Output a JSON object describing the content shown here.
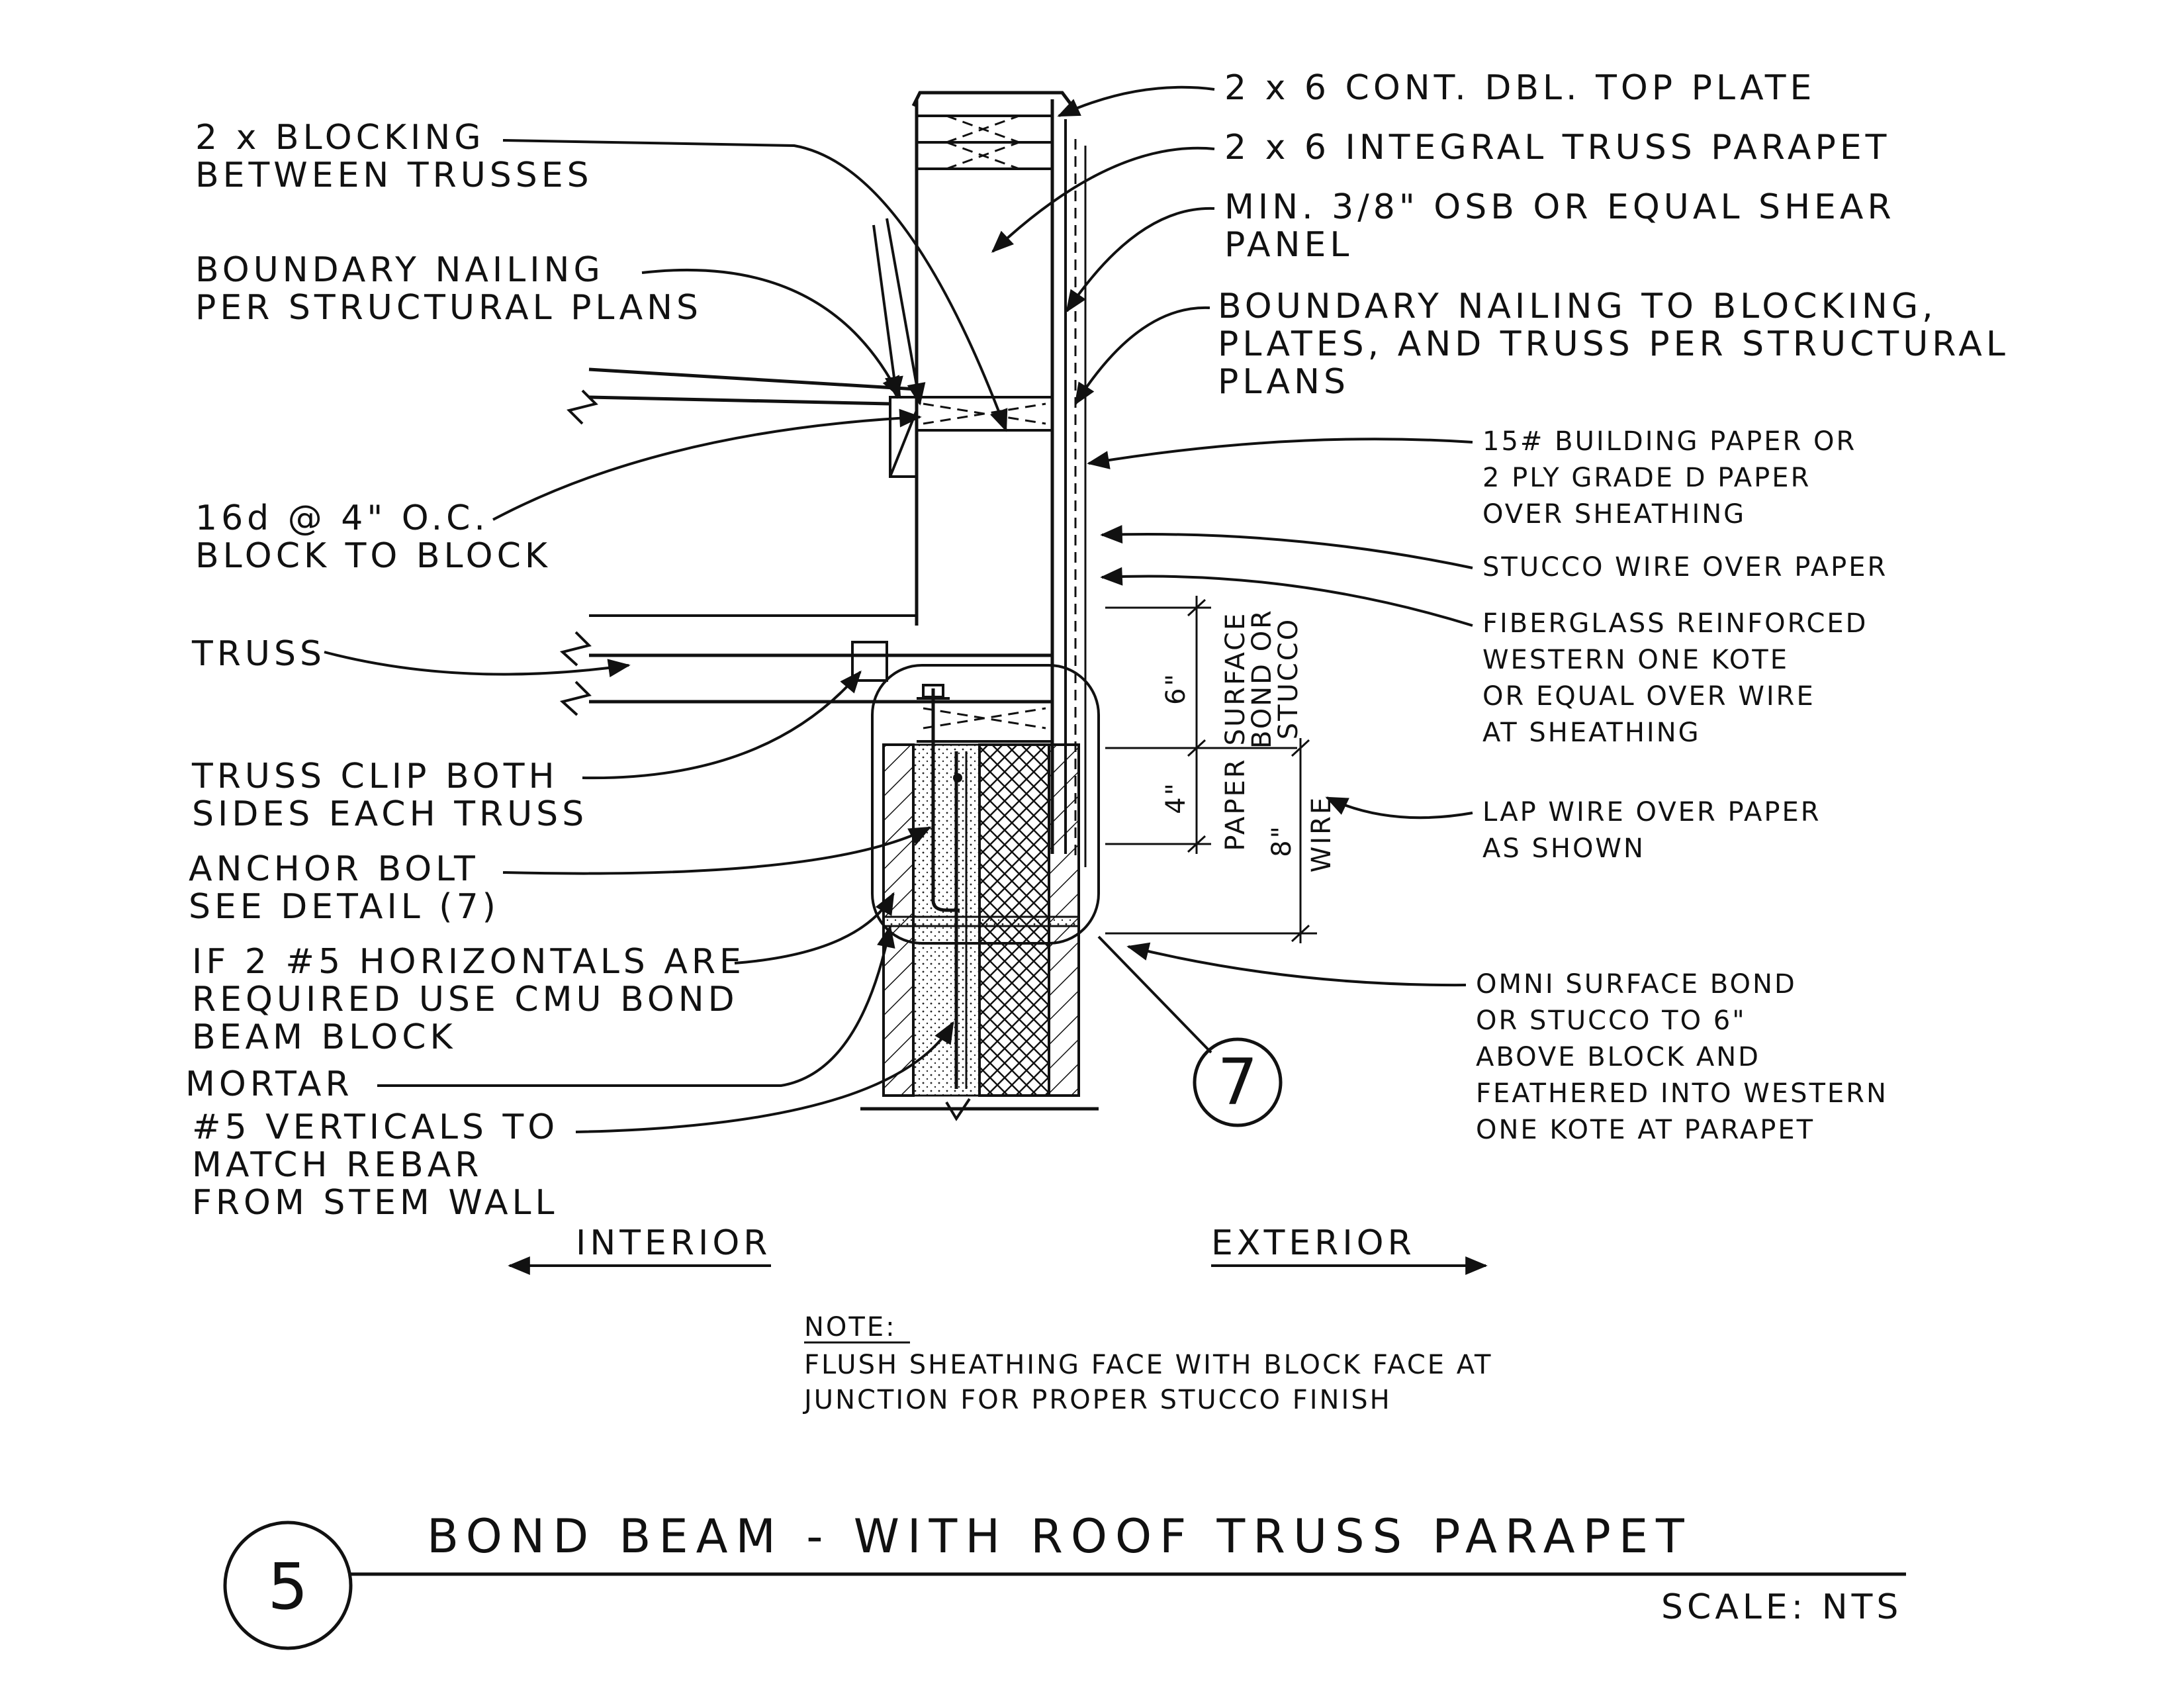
{
  "title": "BOND BEAM - WITH ROOF TRUSS PARAPET",
  "detail_number": "5",
  "scale": "SCALE: NTS",
  "reference_bubble": "7",
  "directions": {
    "interior": "INTERIOR",
    "exterior": "EXTERIOR"
  },
  "note": {
    "heading": "NOTE:",
    "line1": "FLUSH SHEATHING FACE WITH BLOCK FACE AT",
    "line2": "JUNCTION FOR PROPER  STUCCO  FINISH"
  },
  "left_labels": {
    "blocking": [
      "2 x BLOCKING",
      "BETWEEN TRUSSES"
    ],
    "boundary_nailing": [
      "BOUNDARY NAILING",
      "PER STRUCTURAL PLANS"
    ],
    "nails": [
      "16d @ 4\" O.C.",
      "BLOCK TO BLOCK"
    ],
    "truss": [
      "TRUSS"
    ],
    "truss_clip": [
      "TRUSS CLIP BOTH",
      "SIDES EACH TRUSS"
    ],
    "anchor_bolt": [
      "ANCHOR BOLT",
      "SEE DETAIL (7)"
    ],
    "horizontals": [
      "IF 2 #5 HORIZONTALS ARE",
      "REQUIRED USE CMU BOND",
      "BEAM BLOCK"
    ],
    "mortar": [
      "MORTAR"
    ],
    "verticals": [
      "#5 VERTICALS TO",
      "MATCH REBAR",
      "FROM STEM WALL"
    ]
  },
  "right_labels": {
    "top_plate": [
      "2 x 6 CONT. DBL. TOP PLATE"
    ],
    "parapet": [
      "2 x 6 INTEGRAL TRUSS PARAPET"
    ],
    "osb": [
      "MIN. 3/8\" OSB OR EQUAL SHEAR",
      "PANEL"
    ],
    "boundary_nailing_blocking": [
      "BOUNDARY NAILING TO BLOCKING,",
      "PLATES, AND TRUSS PER STRUCTURAL",
      "PLANS"
    ],
    "building_paper": [
      "15# BUILDING PAPER OR",
      "2 PLY GRADE D PAPER",
      "OVER SHEATHING"
    ],
    "stucco_wire": [
      "STUCCO WIRE OVER PAPER"
    ],
    "fiberglass": [
      "FIBERGLASS REINFORCED",
      "WESTERN ONE KOTE",
      "OR EQUAL OVER WIRE",
      "AT SHEATHING"
    ],
    "lap_wire": [
      "LAP WIRE OVER PAPER",
      "AS SHOWN"
    ],
    "omni": [
      "OMNI SURFACE BOND",
      "OR STUCCO TO 6\"",
      "ABOVE BLOCK AND",
      "FEATHERED INTO WESTERN",
      "ONE KOTE AT PARAPET"
    ]
  },
  "dimensions": {
    "six": "6\"",
    "four": "4\"",
    "eight": "8\"",
    "surface_bond": [
      "SURFACE",
      "BOND OR",
      "STUCCO"
    ],
    "paper": "PAPER",
    "wire": "WIRE"
  }
}
